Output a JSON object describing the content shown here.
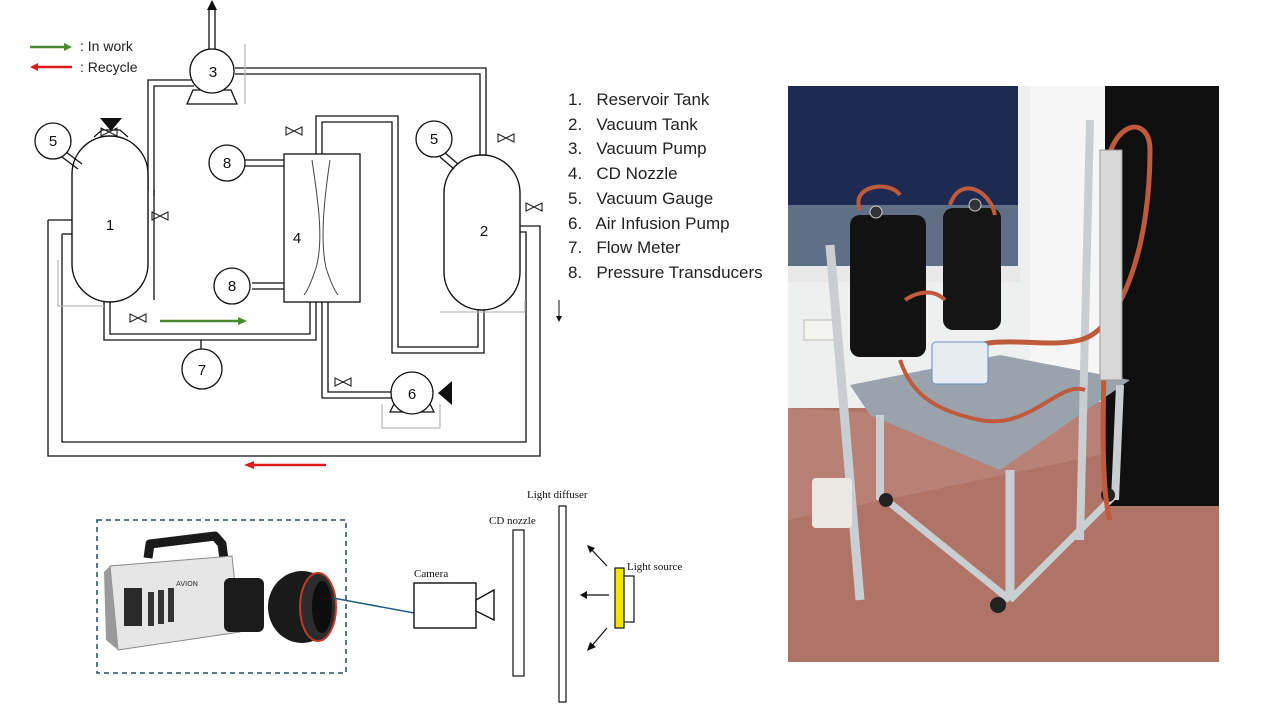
{
  "legend": [
    {
      "label": ": In work",
      "color": "#4a8a30"
    },
    {
      "label": ": Recycle",
      "color": "#e01b1b"
    }
  ],
  "components": [
    {
      "num": "1",
      "name": "Reservoir Tank"
    },
    {
      "num": "2",
      "name": "Vacuum Tank"
    },
    {
      "num": "3",
      "name": "Vacuum Pump"
    },
    {
      "num": "4",
      "name": "CD Nozzle"
    },
    {
      "num": "5",
      "name": "Vacuum Gauge"
    },
    {
      "num": "6",
      "name": "Air Infusion Pump"
    },
    {
      "num": "7",
      "name": "Flow Meter"
    },
    {
      "num": "8",
      "name": "Pressure Transducers"
    }
  ],
  "list_items": [
    "1.   Reservoir Tank",
    "2.   Vacuum Tank",
    "3.   Vacuum Pump",
    "4.   CD Nozzle",
    "5.   Vacuum Gauge",
    "6.   Air Infusion Pump",
    "7.   Flow Meter",
    "8.   Pressure Transducers"
  ],
  "optics": {
    "camera_label": "Camera",
    "nozzle_label": "CD nozzle",
    "diffuser_label": "Light diffuser",
    "source_label": "Light source",
    "camera_brand": "AVION"
  },
  "colors": {
    "in_work": "#4a8a30",
    "recycle": "#e01b1b",
    "camera_box_border": "#1d4e66",
    "camera_arrow": "#1f5f86",
    "light_source": "#f2e600"
  }
}
